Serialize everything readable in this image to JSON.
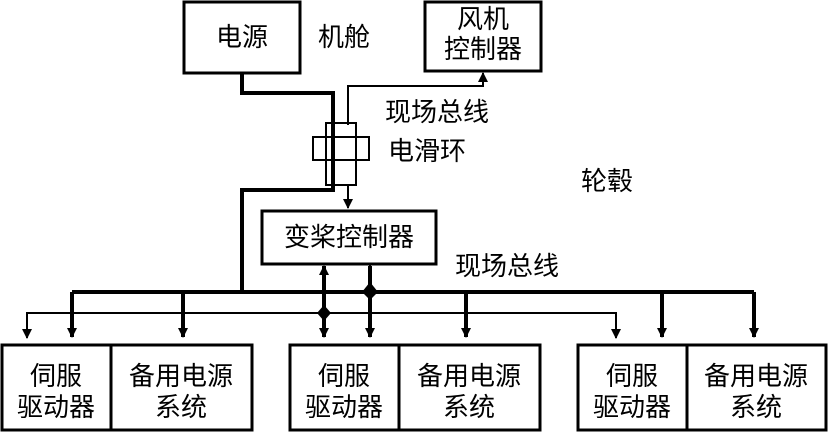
{
  "labels": {
    "power": "电源",
    "nacelle": "机舱",
    "fan_controller_line1": "风机",
    "fan_controller_line2": "控制器",
    "fieldbus_top": "现场总线",
    "slip_ring": "电滑环",
    "hub": "轮毂",
    "pitch_controller": "变桨控制器",
    "fieldbus_mid": "现场总线"
  },
  "units": [
    {
      "servo_line1": "伺服",
      "servo_line2": "驱动器",
      "backup_line1": "备用电源",
      "backup_line2": "系统"
    },
    {
      "servo_line1": "伺服",
      "servo_line2": "驱动器",
      "backup_line1": "备用电源",
      "backup_line2": "系统"
    },
    {
      "servo_line1": "伺服",
      "servo_line2": "驱动器",
      "backup_line1": "备用电源",
      "backup_line2": "系统"
    }
  ],
  "colors": {
    "stroke": "#000000",
    "background": "#ffffff"
  }
}
